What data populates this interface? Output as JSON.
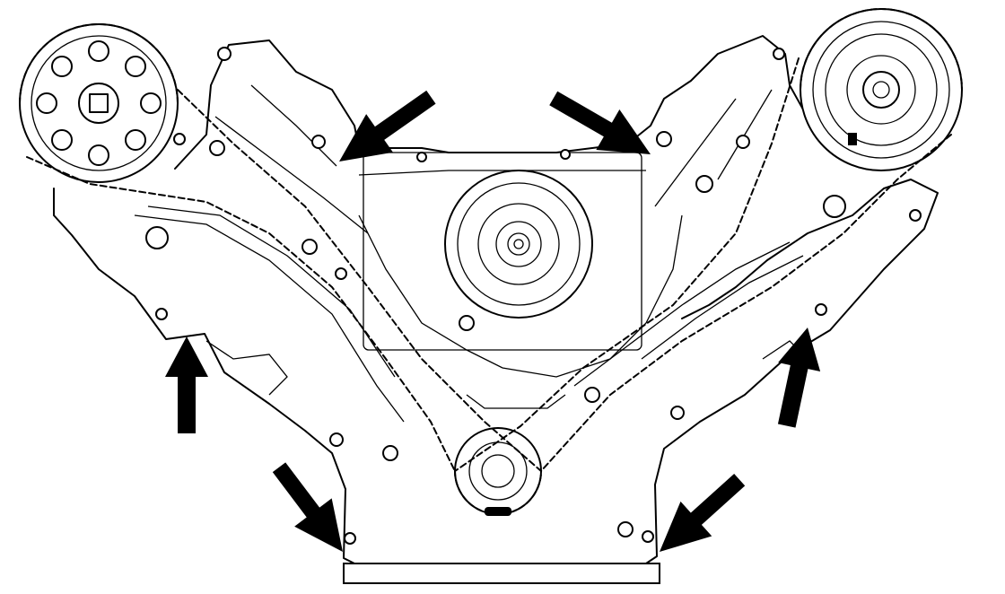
{
  "diagram": {
    "colors": {
      "line": "#000000",
      "background": "#ffffff",
      "arrow": "#000000"
    },
    "icons": [
      "sprocket-icon",
      "chain-icon",
      "arrow-icon"
    ],
    "arrows": [
      {
        "id": "upper-left-bolt",
        "direction": "down-left"
      },
      {
        "id": "upper-right-bolt",
        "direction": "down-right"
      },
      {
        "id": "left-side-bolt",
        "direction": "up"
      },
      {
        "id": "right-side-bolt",
        "direction": "up"
      },
      {
        "id": "lower-left-bolt",
        "direction": "down-right"
      },
      {
        "id": "lower-right-bolt",
        "direction": "down-left"
      }
    ]
  }
}
